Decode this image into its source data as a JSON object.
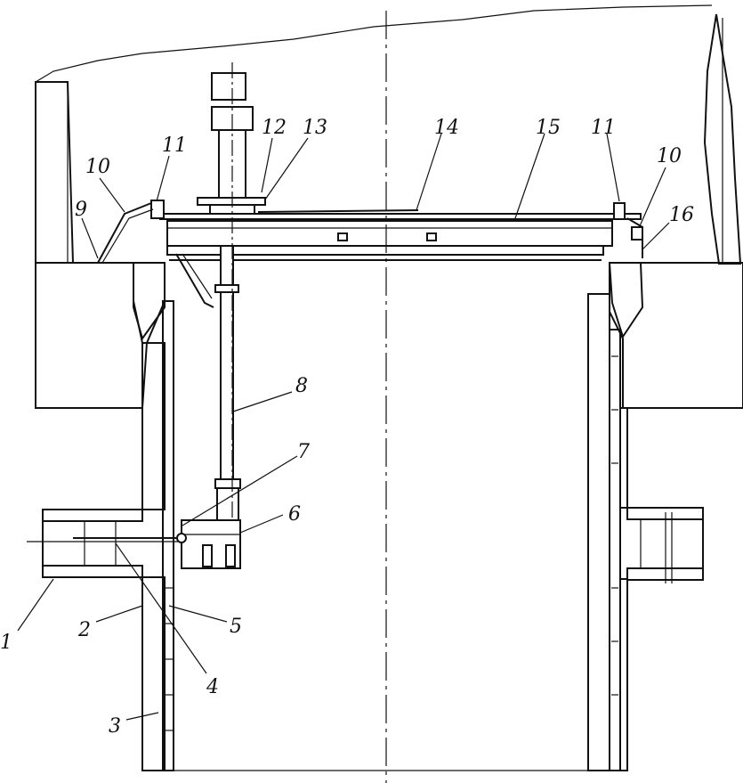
{
  "diagram": {
    "callouts": [
      {
        "id": "c1",
        "text": "1"
      },
      {
        "id": "c2",
        "text": "2"
      },
      {
        "id": "c3",
        "text": "3"
      },
      {
        "id": "c4",
        "text": "4"
      },
      {
        "id": "c5",
        "text": "5"
      },
      {
        "id": "c6",
        "text": "6"
      },
      {
        "id": "c7",
        "text": "7"
      },
      {
        "id": "c8",
        "text": "8"
      },
      {
        "id": "c9",
        "text": "9"
      },
      {
        "id": "c10a",
        "text": "10"
      },
      {
        "id": "c10b",
        "text": "10"
      },
      {
        "id": "c11a",
        "text": "11"
      },
      {
        "id": "c11b",
        "text": "11"
      },
      {
        "id": "c12",
        "text": "12"
      },
      {
        "id": "c13",
        "text": "13"
      },
      {
        "id": "c14",
        "text": "14"
      },
      {
        "id": "c15",
        "text": "15"
      },
      {
        "id": "c16",
        "text": "16"
      }
    ]
  }
}
